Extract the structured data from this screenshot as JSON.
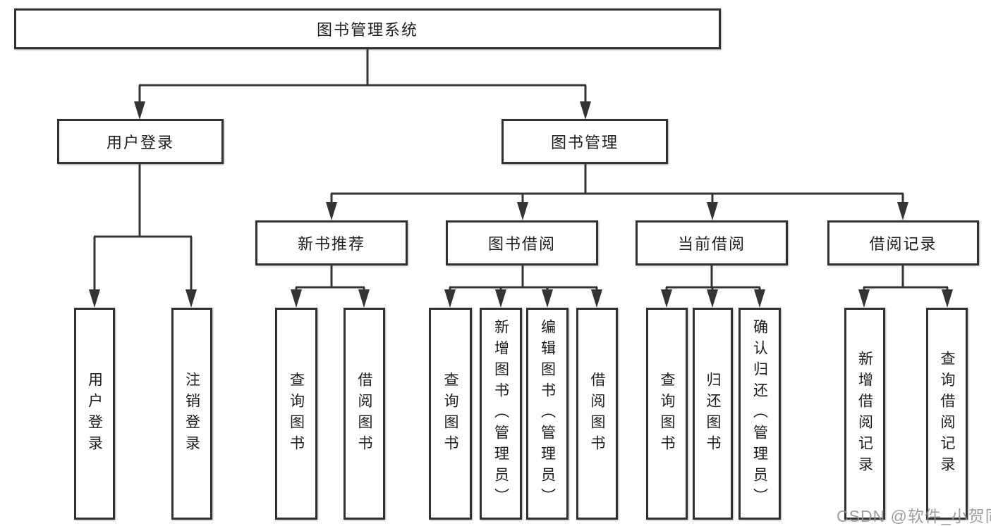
{
  "tree": {
    "root": {
      "label": "图书管理系统"
    },
    "branches": [
      {
        "label": "用户登录",
        "children": [
          {
            "label": "用户登录"
          },
          {
            "label": "注销登录"
          }
        ]
      },
      {
        "label": "图书管理",
        "sections": [
          {
            "label": "新书推荐",
            "children": [
              {
                "label": "查询图书"
              },
              {
                "label": "借阅图书"
              }
            ]
          },
          {
            "label": "图书借阅",
            "children": [
              {
                "label": "查询图书"
              },
              {
                "label": "新增图书（管理员）"
              },
              {
                "label": "编辑图书（管理员）"
              },
              {
                "label": "借阅图书"
              }
            ]
          },
          {
            "label": "当前借阅",
            "children": [
              {
                "label": "查询图书"
              },
              {
                "label": "归还图书"
              },
              {
                "label": "确认归还（管理员）"
              }
            ]
          },
          {
            "label": "借阅记录",
            "children": [
              {
                "label": "新增借阅记录"
              },
              {
                "label": "查询借阅记录"
              }
            ]
          }
        ]
      }
    ]
  },
  "watermark": "CSDN @软件_小贺同学",
  "colors": {
    "background": "#ffffff",
    "line": "#343434",
    "box_border": "#313131",
    "text": "#1d1d1d",
    "watermark": "#949494"
  }
}
